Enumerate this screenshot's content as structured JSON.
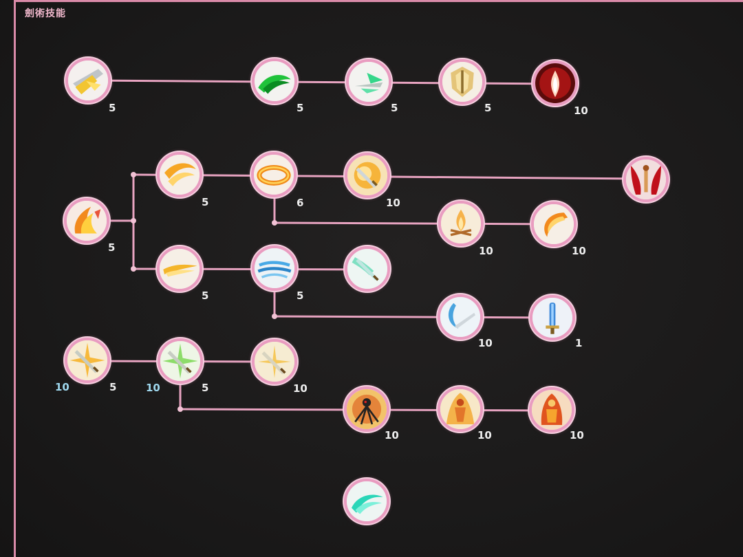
{
  "panel": {
    "title": "劍術技能"
  },
  "skills": [
    {
      "id": "s1",
      "icon": "golden-sword-slash-icon",
      "level": "5"
    },
    {
      "id": "s2",
      "icon": "green-wave-icon",
      "level": "5"
    },
    {
      "id": "s3",
      "icon": "green-blade-icon",
      "level": "5"
    },
    {
      "id": "s4",
      "icon": "golden-shield-icon",
      "level": "5"
    },
    {
      "id": "s5",
      "icon": "red-flame-aura-icon",
      "level": "10"
    },
    {
      "id": "s6",
      "icon": "fire-claw-icon",
      "level": "5"
    },
    {
      "id": "s7",
      "icon": "orange-slash-icon",
      "level": "5"
    },
    {
      "id": "s8",
      "icon": "fire-ring-icon",
      "level": "6"
    },
    {
      "id": "s9",
      "icon": "exploding-sword-icon",
      "level": "10"
    },
    {
      "id": "s10",
      "icon": "red-winged-sword-icon",
      "level": ""
    },
    {
      "id": "s11",
      "icon": "campfire-icon",
      "level": "10"
    },
    {
      "id": "s12",
      "icon": "crescent-fire-icon",
      "level": "10"
    },
    {
      "id": "s13",
      "icon": "golden-streak-icon",
      "level": "5"
    },
    {
      "id": "s14",
      "icon": "blue-wind-icon",
      "level": "5"
    },
    {
      "id": "s15",
      "icon": "cyan-sword-icon",
      "level": ""
    },
    {
      "id": "s16",
      "icon": "blue-crescent-sword-icon",
      "level": "10"
    },
    {
      "id": "s17",
      "icon": "blue-sword-icon",
      "level": "1"
    },
    {
      "id": "s18",
      "icon": "burst-sword-icon",
      "level": "5",
      "sublevel": "10"
    },
    {
      "id": "s19",
      "icon": "green-burst-sword-icon",
      "level": "5",
      "sublevel": "10"
    },
    {
      "id": "s20",
      "icon": "yellow-sword-icon",
      "level": "10"
    },
    {
      "id": "s21",
      "icon": "dark-figure-icon",
      "level": "10"
    },
    {
      "id": "s22",
      "icon": "golden-warrior-icon",
      "level": "10"
    },
    {
      "id": "s23",
      "icon": "fire-warrior-icon",
      "level": "10"
    },
    {
      "id": "s24",
      "icon": "teal-wave-icon",
      "level": ""
    }
  ],
  "colors": {
    "frame": "#d98aa8",
    "link": "#e7a3c0",
    "ring": "#e99cc0"
  }
}
